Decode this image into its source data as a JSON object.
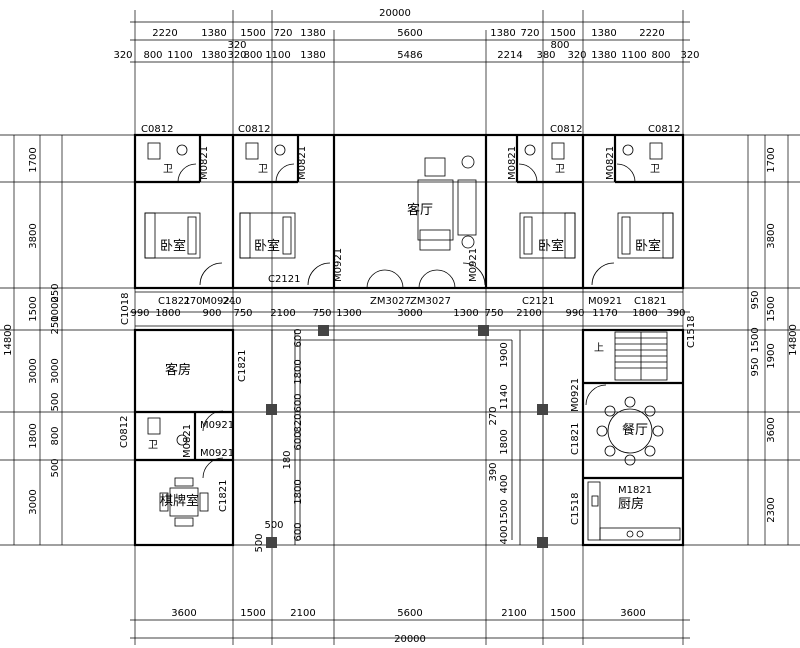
{
  "dims": {
    "top_total": "20000",
    "top_row1": [
      "2220",
      "1380",
      "1500",
      "720",
      "1380",
      "5600",
      "1380",
      "720",
      "1500",
      "1380",
      "2220"
    ],
    "top_row2": [
      "320",
      "800",
      "1100",
      "1380",
      "320",
      "800",
      "1100",
      "1380",
      "5486",
      "2214",
      "380",
      "320",
      "1380",
      "1100",
      "800",
      "320"
    ],
    "top_row2_small": [
      "800",
      "320"
    ],
    "bottom_row": [
      "3600",
      "1500",
      "2100",
      "5600",
      "2100",
      "1500",
      "3600"
    ],
    "bottom_total": "20000",
    "left_total": "14800",
    "right_total": "14800",
    "left_outer": [
      "1700",
      "3800",
      "1500",
      "3000",
      "1800",
      "3000"
    ],
    "left_inner": [
      "250",
      "1000",
      "250",
      "3000",
      "500",
      "800",
      "500"
    ],
    "right_outer": [
      "1700",
      "3800",
      "1500",
      "1900",
      "3600",
      "2300"
    ],
    "right_inner": [
      "950",
      "1500",
      "950"
    ],
    "mid_row": [
      "990",
      "1800",
      "900",
      "270",
      "240",
      "750",
      "2100",
      "750",
      "1300",
      "3000",
      "1300",
      "750",
      "2100",
      "990",
      "1170",
      "1800",
      "390"
    ],
    "court_left": [
      "600",
      "1800",
      "600",
      "820",
      "600",
      "1800",
      "600",
      "180",
      "500",
      "500"
    ],
    "court_right": [
      "1900",
      "1140",
      "270",
      "1800",
      "390",
      "400",
      "1500",
      "400"
    ]
  },
  "rooms": {
    "bedroom": "卧室",
    "living": "客厅",
    "guest": "客房",
    "dining": "餐厅",
    "kitchen": "厨房",
    "chess": "棋牌室",
    "wc": "卫",
    "up": "上"
  },
  "labels": {
    "c0812": "C0812",
    "m0821": "M0821",
    "m0921": "M0921",
    "c2121": "C2121",
    "c1821": "C1821",
    "m0921b": "M0921",
    "c1018": "C1018",
    "zm3027": "ZM3027",
    "c1518": "C1518",
    "m1821": "M1821",
    "m0821b": "M0821"
  }
}
